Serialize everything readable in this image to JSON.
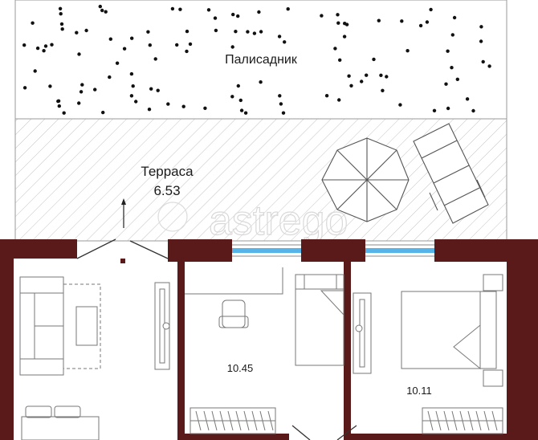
{
  "areas": {
    "front_garden": "Палисадник",
    "terrace_name": "Терраса",
    "terrace_area": "6.53",
    "bedroom_1_area": "10.45",
    "bedroom_2_area": "10.11"
  },
  "watermark": "astrego",
  "colors": {
    "wall": "#5a1a1a",
    "window": "#56b4e9",
    "line": "#555555",
    "hatch": "#bdbdbd",
    "dot": "#111111"
  }
}
